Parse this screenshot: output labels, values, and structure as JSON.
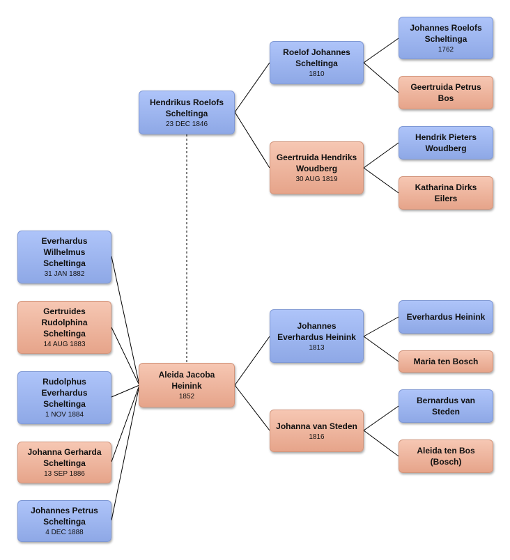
{
  "people": {
    "aleida": {
      "name": "Aleida Jacoba Heinink",
      "date": "1852"
    },
    "hendrikus": {
      "name": "Hendrikus Roelofs Scheltinga",
      "date": "23 DEC 1846"
    },
    "roelof": {
      "name": "Roelof Johannes Scheltinga",
      "date": "1810"
    },
    "geertruida_h": {
      "name": "Geertruida Hendriks Woudberg",
      "date": "30 AUG 1819"
    },
    "johannes_r": {
      "name": "Johannes Roelofs Scheltinga",
      "date": "1762"
    },
    "geertruida_p": {
      "name": "Geertruida Petrus Bos",
      "date": ""
    },
    "hendrik_p": {
      "name": "Hendrik Pieters Woudberg",
      "date": ""
    },
    "katharina": {
      "name": "Katharina Dirks Eilers",
      "date": ""
    },
    "johannes_e": {
      "name": "Johannes Everhardus Heinink",
      "date": "1813"
    },
    "johanna_vs": {
      "name": "Johanna van Steden",
      "date": "1816"
    },
    "everhardus_h": {
      "name": "Everhardus Heinink",
      "date": ""
    },
    "maria": {
      "name": "Maria ten Bosch",
      "date": ""
    },
    "bernardus": {
      "name": "Bernardus van Steden",
      "date": ""
    },
    "aleida_tb": {
      "name": "Aleida ten Bos (Bosch)",
      "date": ""
    },
    "child_everhardus": {
      "name": "Everhardus Wilhelmus Scheltinga",
      "date": "31 JAN 1882"
    },
    "child_gertruides": {
      "name": "Gertruides Rudolphina Scheltinga",
      "date": "14 AUG 1883"
    },
    "child_rudolphus": {
      "name": "Rudolphus Everhardus Scheltinga",
      "date": "1 NOV 1884"
    },
    "child_johanna": {
      "name": "Johanna Gerharda Scheltinga",
      "date": "13 SEP 1886"
    },
    "child_johannes": {
      "name": "Johannes Petrus Scheltinga",
      "date": "4 DEC 1888"
    }
  },
  "colors": {
    "male": "#9db5f0",
    "female": "#efb49c",
    "line": "#000000"
  }
}
